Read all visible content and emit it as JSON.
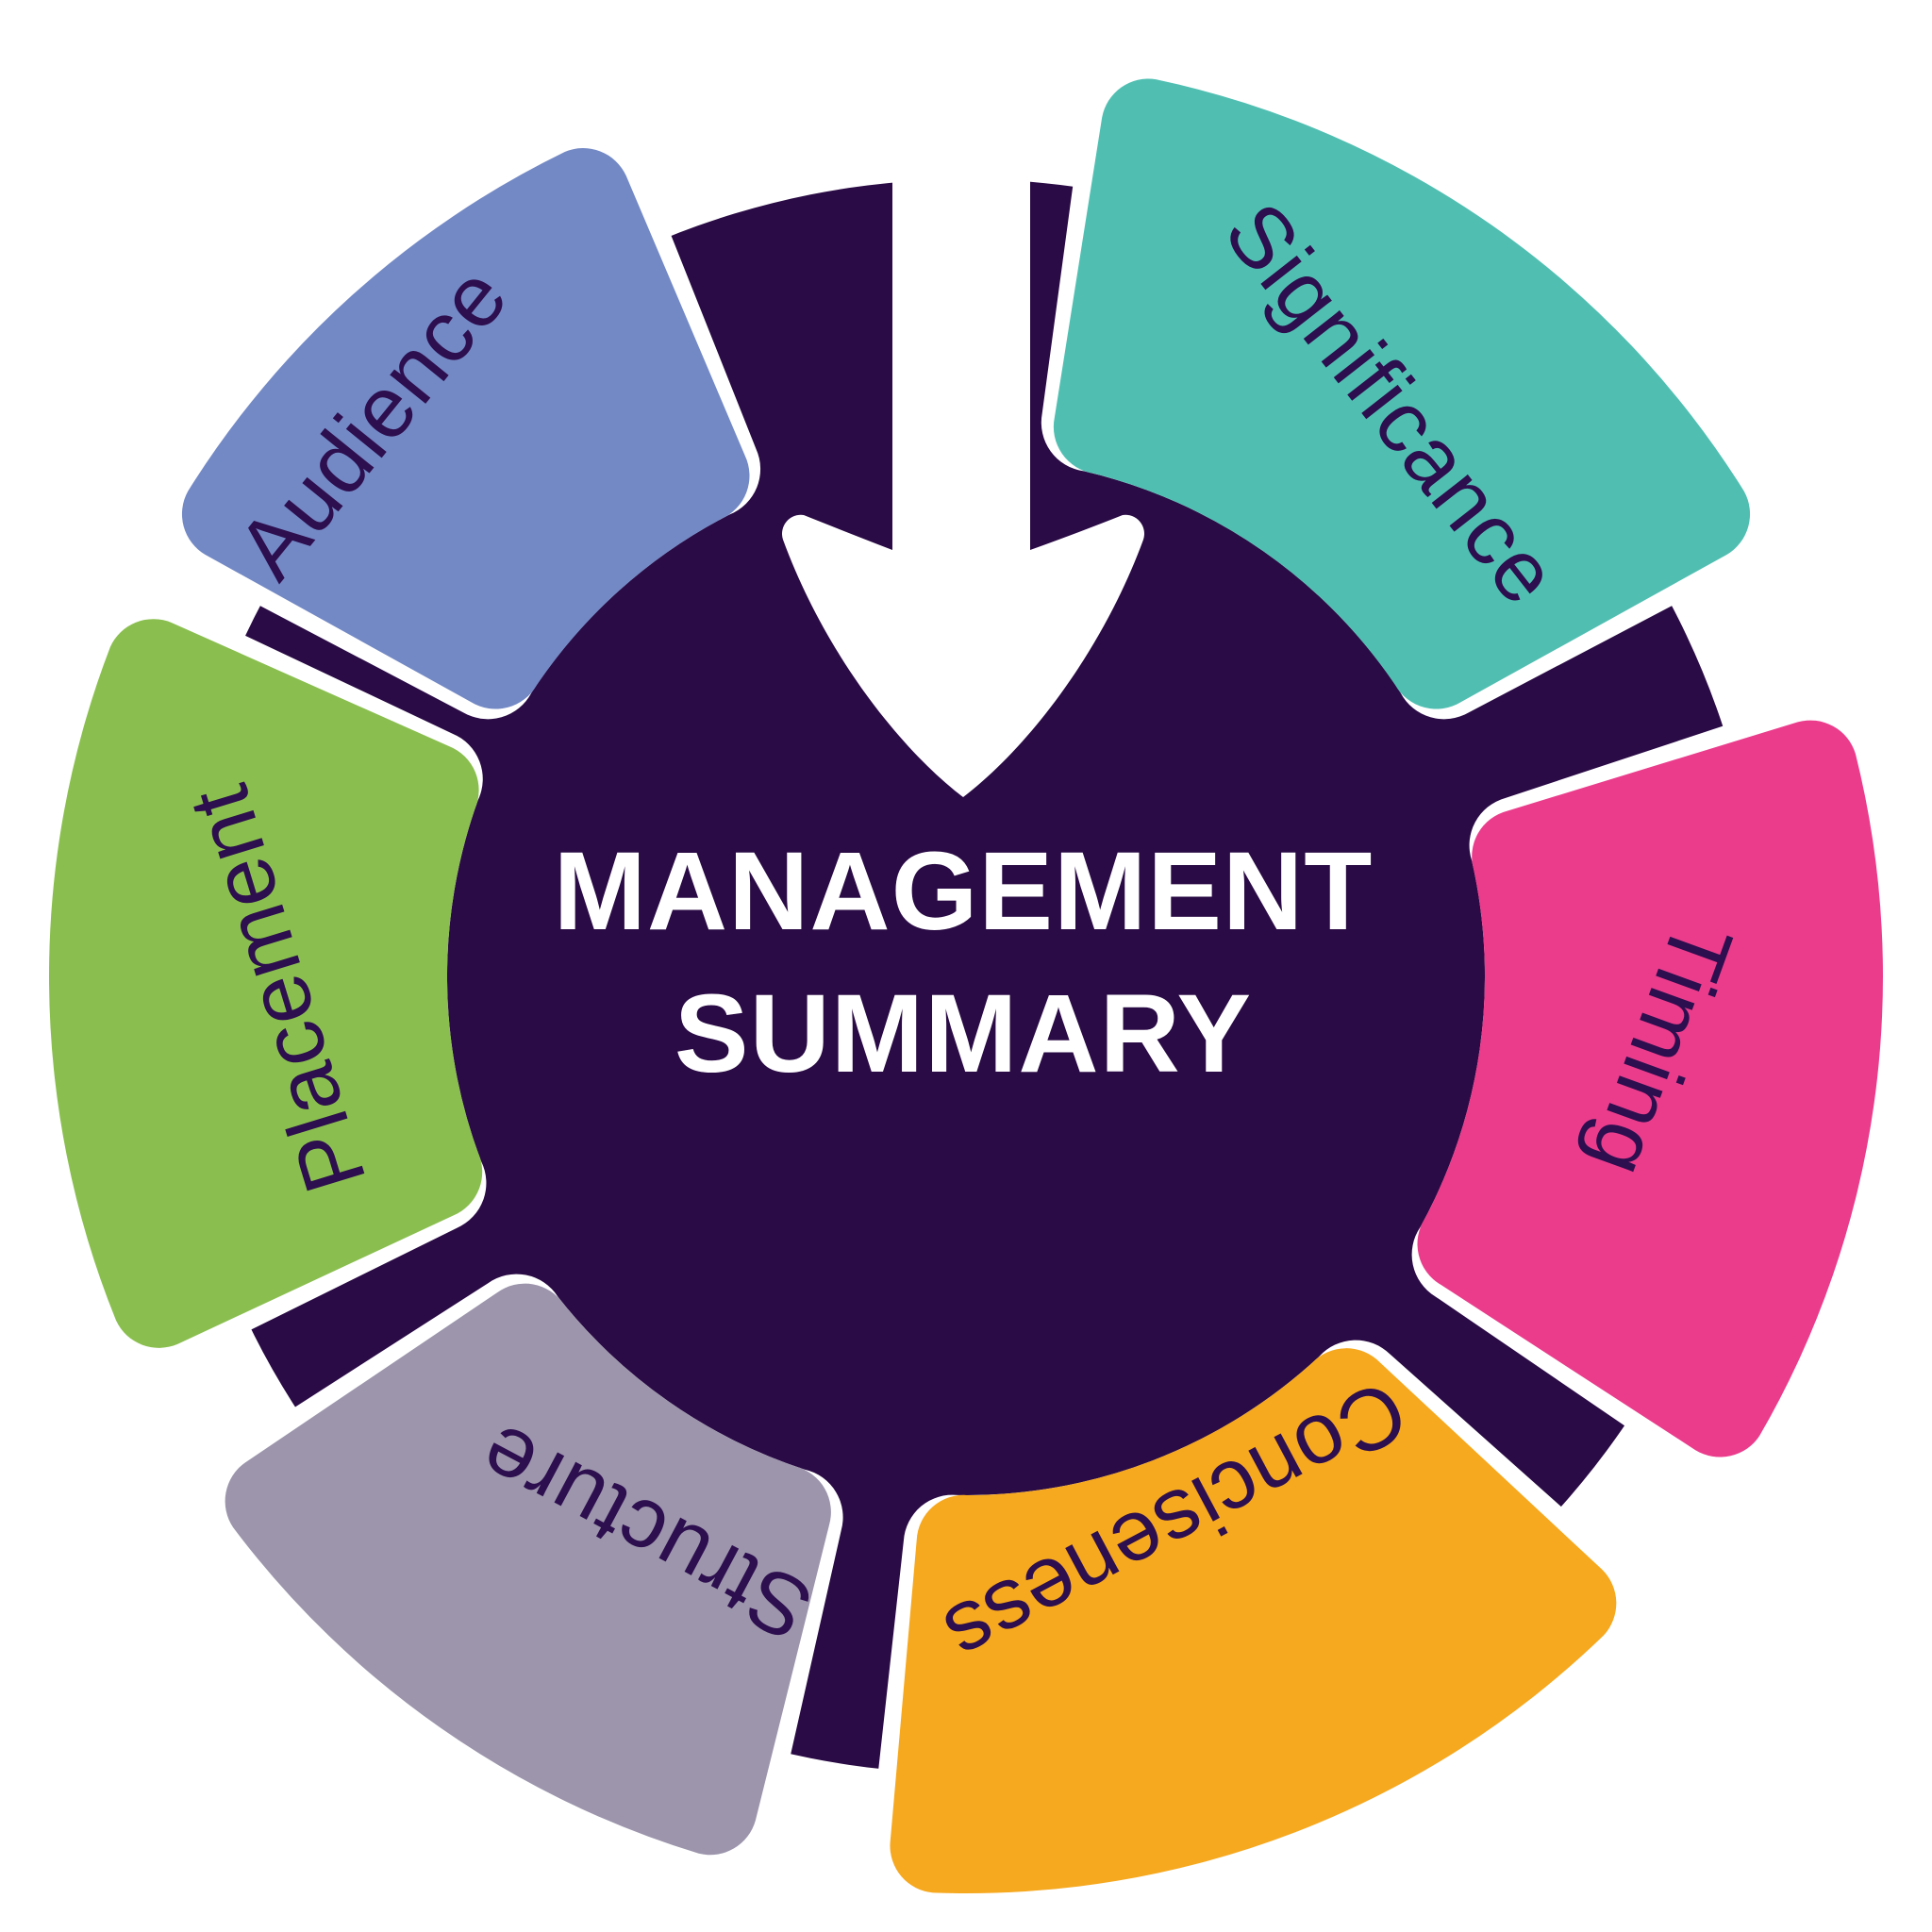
{
  "diagram": {
    "title": {
      "line1": "MANAGEMENT",
      "line2": "SUMMARY"
    },
    "segments": [
      {
        "label": "Significance",
        "color": "#50BFB2"
      },
      {
        "label": "Timing",
        "color": "#EB3C8C"
      },
      {
        "label": "Conciseness",
        "color": "#F6A81E"
      },
      {
        "label": "Structure",
        "color": "#9C95AC"
      },
      {
        "label": "Placement",
        "color": "#8ABF4F"
      },
      {
        "label": "Audience",
        "color": "#7389C5"
      }
    ],
    "colors": {
      "core": "#2A0B45",
      "background": "#FFFFFF",
      "separator": "#FFFFFF",
      "arrow": "#FFFFFF",
      "label_text": "#2D0E4E",
      "title_text": "#FFFFFF"
    },
    "icons": [
      {
        "name": "down-arrow-icon",
        "meaning": "input flowing into the summary"
      }
    ]
  }
}
